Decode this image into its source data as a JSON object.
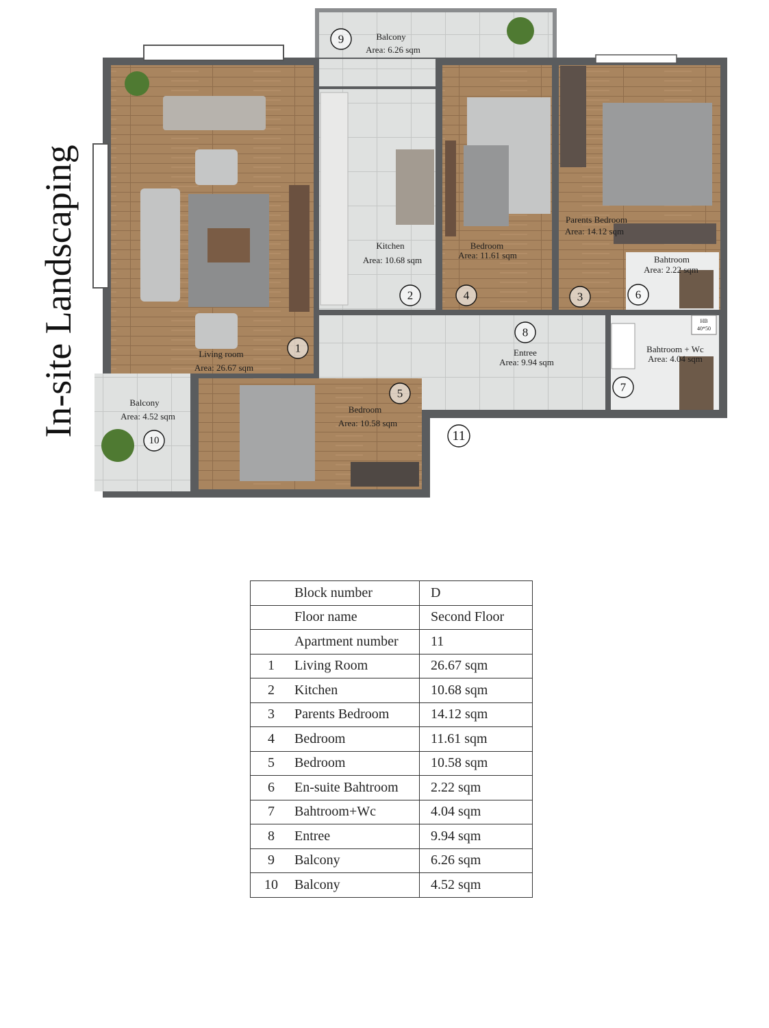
{
  "side_label": "In-site Landscaping",
  "rooms": [
    {
      "id": "living",
      "name": "Living room",
      "area": "Area: 26.67 sqm",
      "number": "1"
    },
    {
      "id": "kitchen",
      "name": "Kitchen",
      "area": "Area: 10.68 sqm",
      "number": "2"
    },
    {
      "id": "parents_bedroom",
      "name": "Parents Bedroom",
      "area": "Area: 14.12 sqm",
      "number": "3"
    },
    {
      "id": "bedroom_4",
      "name": "Bedroom",
      "area": "Area: 11.61 sqm",
      "number": "4"
    },
    {
      "id": "bedroom_5",
      "name": "Bedroom",
      "area": "Area: 10.58 sqm",
      "number": "5"
    },
    {
      "id": "ensuite",
      "name": "Bahtroom",
      "area": "Area: 2.22 sqm",
      "number": "6"
    },
    {
      "id": "bath_wc",
      "name": "Bahtroom + Wc",
      "area": "Area: 4.04 sqm",
      "number": "7"
    },
    {
      "id": "entree",
      "name": "Entree",
      "area": "Area: 9.94 sqm",
      "number": "8"
    },
    {
      "id": "balcony_9",
      "name": "Balcony",
      "area": "Area: 6.26 sqm",
      "number": "9"
    },
    {
      "id": "balcony_10",
      "name": "Balcony",
      "area": "Area: 4.52 sqm",
      "number": "10"
    }
  ],
  "entrance_number": "11",
  "hb_label_1": "HB",
  "hb_label_2": "40*50",
  "table": {
    "header_rows": [
      {
        "label": "Block number",
        "value": "D"
      },
      {
        "label": "Floor name",
        "value": "Second Floor"
      },
      {
        "label": "Apartment number",
        "value": "11"
      }
    ],
    "rows": [
      {
        "num": "1",
        "label": "Living Room",
        "value": "26.67 sqm"
      },
      {
        "num": "2",
        "label": "Kitchen",
        "value": "10.68 sqm"
      },
      {
        "num": "3",
        "label": "Parents Bedroom",
        "value": "14.12 sqm"
      },
      {
        "num": "4",
        "label": "Bedroom",
        "value": "11.61 sqm"
      },
      {
        "num": "5",
        "label": "Bedroom",
        "value": "10.58 sqm"
      },
      {
        "num": "6",
        "label": "En-suite Bahtroom",
        "value": "2.22 sqm"
      },
      {
        "num": "7",
        "label": "Bahtroom+Wc",
        "value": "4.04 sqm"
      },
      {
        "num": "8",
        "label": "Entree",
        "value": "9.94 sqm"
      },
      {
        "num": "9",
        "label": "Balcony",
        "value": "6.26 sqm"
      },
      {
        "num": "10",
        "label": "Balcony",
        "value": "4.52 sqm"
      }
    ]
  }
}
